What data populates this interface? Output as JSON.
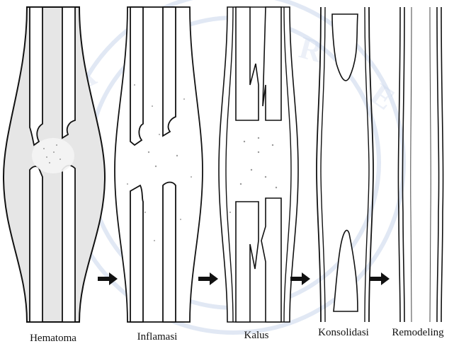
{
  "stages": [
    {
      "label": "Hematoma"
    },
    {
      "label": "Inflamasi"
    },
    {
      "label": "Kalus"
    },
    {
      "label": "Konsolidasi"
    },
    {
      "label": "Remodeling"
    }
  ],
  "colors": {
    "ink": "#111111",
    "watermark": "#9fb7dc"
  },
  "watermark_text": "DIGITAL REPOSITORY UNIVERSITAS JEMBER"
}
